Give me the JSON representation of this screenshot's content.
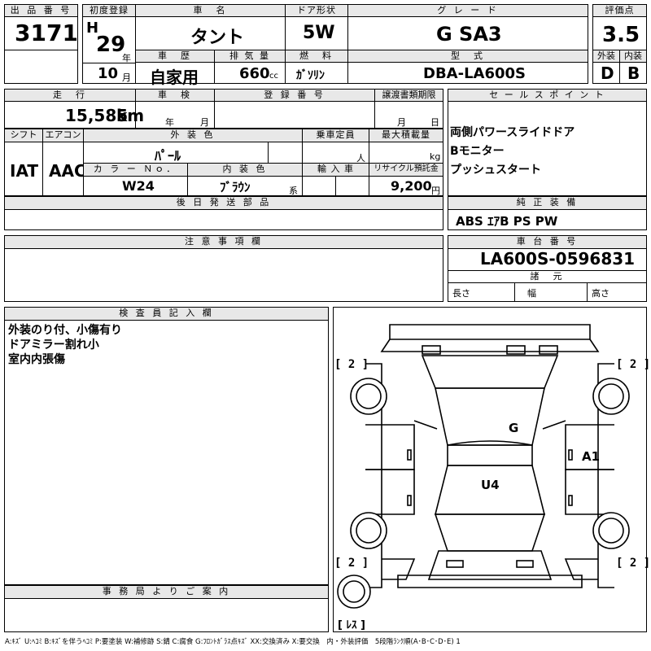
{
  "lot": {
    "label": "出 品 番 号",
    "value": "3171"
  },
  "first_reg": {
    "label": "初度登録",
    "era": "H",
    "year": "29",
    "year_unit": "年",
    "month": "10",
    "month_unit": "月"
  },
  "car_name": {
    "label": "車　名",
    "value": "タント"
  },
  "door": {
    "label": "ドア形状",
    "value": "5W"
  },
  "grade": {
    "label": "グ レ ー ド",
    "value": "G SA3"
  },
  "score": {
    "label": "評価点",
    "value": "3.5"
  },
  "history": {
    "label": "車　歴",
    "value": "自家用"
  },
  "displacement": {
    "label": "排 気 量",
    "value": "660",
    "unit": "cc"
  },
  "fuel": {
    "label": "燃　料",
    "value": "ｶﾞｿﾘﾝ"
  },
  "model": {
    "label": "型　式",
    "value": "DBA-LA600S"
  },
  "exterior_grade": {
    "label": "外装",
    "value": "D"
  },
  "interior_grade": {
    "label": "内装",
    "value": "B"
  },
  "mileage": {
    "label": "走　行",
    "value": "15,585",
    "unit": "km"
  },
  "inspection": {
    "label": "車　検",
    "year_unit": "年",
    "month_unit": "月"
  },
  "reg_no": {
    "label": "登 録 番 号"
  },
  "transfer": {
    "label": "譲渡書類期限",
    "month_unit": "月",
    "day_unit": "日"
  },
  "sales_point": {
    "label": "セ ー ル ス ポ イ ン ト",
    "lines": [
      "両側パワースライドドア",
      "Bモニター",
      "プッシュスタート"
    ]
  },
  "shift": {
    "label": "シフト",
    "value": "IAT"
  },
  "aircon": {
    "label": "エアコン",
    "value": "AAC"
  },
  "ext_color": {
    "label": "外 装 色",
    "value": "ﾊﾟｰﾙ"
  },
  "capacity": {
    "label": "乗車定員",
    "unit": "人"
  },
  "max_load": {
    "label": "最大積載量",
    "unit": "kg"
  },
  "color_no": {
    "label": "カ ラ ー Ｎｏ．",
    "value": "W24"
  },
  "int_color": {
    "label": "内 装 色",
    "value": "ﾌﾞﾗｳﾝ",
    "unit": "系"
  },
  "import": {
    "label": "輸 入 車"
  },
  "recycle": {
    "label": "リサイクル預託金",
    "value": "9,200",
    "unit": "円"
  },
  "later_parts": {
    "label": "後 日 発 送 部 品"
  },
  "equipment": {
    "label": "純 正 装 備",
    "value": "ABS ｴｱB PS PW"
  },
  "notes": {
    "label": "注 意 事 項 欄"
  },
  "chassis": {
    "label": "車 台 番 号",
    "value": "LA600S-0596831"
  },
  "specs": {
    "label": "諸　元",
    "length": "長さ",
    "width": "幅",
    "height": "高さ"
  },
  "inspector": {
    "label": "検 査 員 記 入 欄",
    "lines": [
      "外装のり付、小傷有り",
      "ドアミラー割れ小",
      "室内内張傷"
    ]
  },
  "office": {
    "label": "事 務 局 よ り ご 案 内"
  },
  "diagram": {
    "tire_fl": "[ 2 ]",
    "tire_fr": "[ 2 ]",
    "tire_rl": "[ 2 ]",
    "tire_rr": "[ 2 ]",
    "spare": "[ ﾚｽ ]",
    "mark_g": "G",
    "mark_a1": "A1",
    "mark_u4": "U4"
  },
  "legend": "A:ｷｽﾞ U:ﾍｺﾐ B:ｷｽﾞを伴うﾍｺﾐ P:要塗装 W:補修跡 S:錆 C:腐食 G:ﾌﾛﾝﾄｶﾞﾗｽ点ｷｽﾞ XX:交換済み X:要交換　内・外装評価　5段階ﾗﾝｸ順(A･B･C･D･E) 1"
}
